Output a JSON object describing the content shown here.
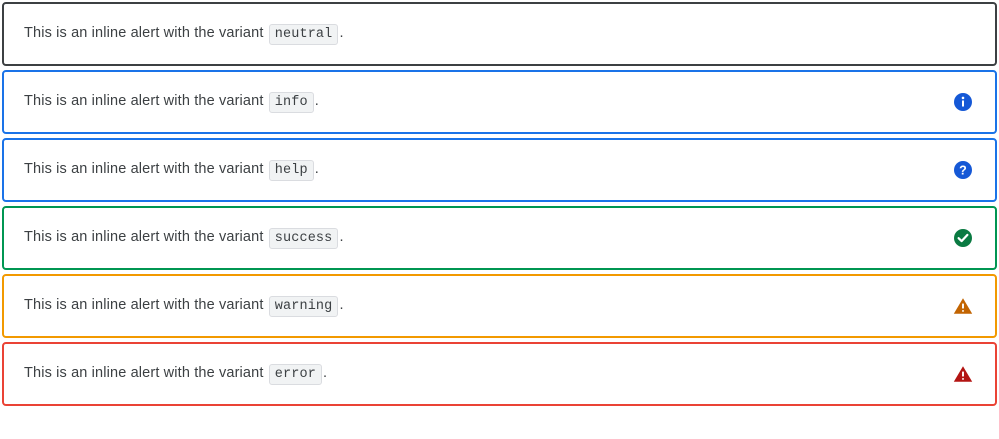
{
  "page": {
    "background": "#ffffff",
    "text_color": "#3c4043"
  },
  "message_template": {
    "prefix": "This is an inline alert with the variant ",
    "suffix": "."
  },
  "alerts": [
    {
      "variant": "neutral",
      "message_prefix": "This is an inline alert with the variant ",
      "code": "neutral",
      "message_suffix": ".",
      "border_color": "#3c4043",
      "icon": "none",
      "icon_color": ""
    },
    {
      "variant": "info",
      "message_prefix": "This is an inline alert with the variant ",
      "code": "info",
      "message_suffix": ".",
      "border_color": "#1a73e8",
      "icon": "info-icon",
      "icon_color": "#1558d6"
    },
    {
      "variant": "help",
      "message_prefix": "This is an inline alert with the variant ",
      "code": "help",
      "message_suffix": ".",
      "border_color": "#1a73e8",
      "icon": "help-icon",
      "icon_color": "#1558d6"
    },
    {
      "variant": "success",
      "message_prefix": "This is an inline alert with the variant ",
      "code": "success",
      "message_suffix": ".",
      "border_color": "#009652",
      "icon": "success-check-icon",
      "icon_color": "#0a7a42"
    },
    {
      "variant": "warning",
      "message_prefix": "This is an inline alert with the variant ",
      "code": "warning",
      "message_suffix": ".",
      "border_color": "#f29900",
      "icon": "warning-triangle-icon",
      "icon_color": "#c26401"
    },
    {
      "variant": "error",
      "message_prefix": "This is an inline alert with the variant ",
      "code": "error",
      "message_suffix": ".",
      "border_color": "#ea4335",
      "icon": "error-triangle-icon",
      "icon_color": "#b31412"
    }
  ]
}
